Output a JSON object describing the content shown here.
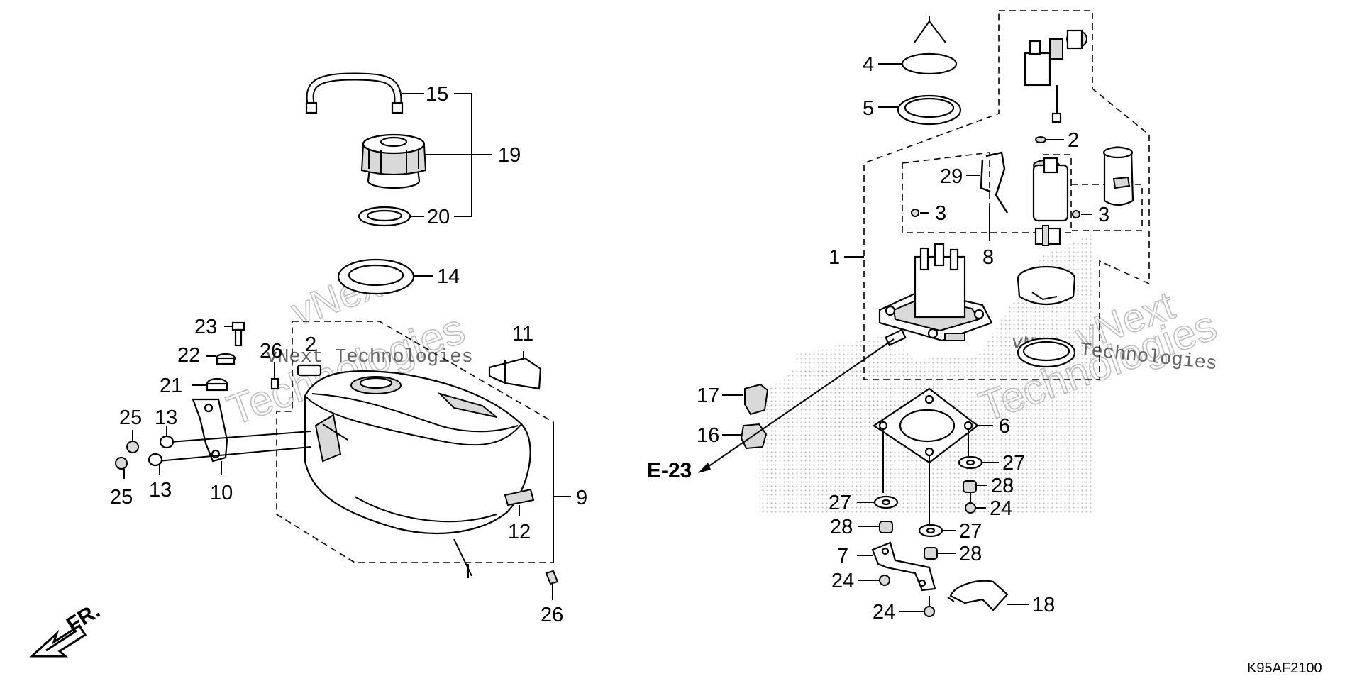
{
  "diagram": {
    "watermark_line1": "vNext",
    "watermark_line2": "Technologies",
    "watermark_inline": "vNext Technologies",
    "drawing_code": "K95AF2100",
    "section_ref": "E-23",
    "front_marker": "FR."
  },
  "callouts": {
    "n1": "1",
    "n2": "2",
    "n3a": "3",
    "n3b": "3",
    "n4": "4",
    "n5": "5",
    "n6": "6",
    "n7": "7",
    "n8": "8",
    "n9": "9",
    "n10": "10",
    "n11": "11",
    "n12": "12",
    "n13a": "13",
    "n13b": "13",
    "n14": "14",
    "n15": "15",
    "n16": "16",
    "n17": "17",
    "n18": "18",
    "n19": "19",
    "n20": "20",
    "n21": "21",
    "n22": "22",
    "n23": "23",
    "n24a": "24",
    "n24b": "24",
    "n24c": "24",
    "n25a": "25",
    "n25b": "25",
    "n26a": "26",
    "n26b": "26",
    "n27a": "27",
    "n27b": "27",
    "n27c": "27",
    "n28a": "28",
    "n28b": "28",
    "n28c": "28",
    "n29": "29",
    "n2b": "2"
  },
  "colors": {
    "line": "#000000",
    "shade": "#d9d9d9",
    "watermark": "#b9b9b9",
    "background": "#ffffff"
  }
}
